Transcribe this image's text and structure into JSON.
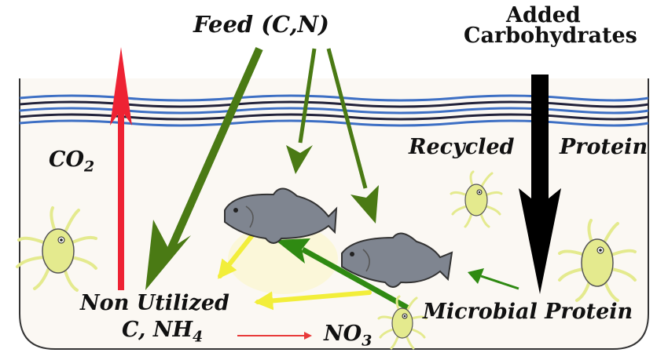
{
  "labels": {
    "feed": "Feed (C,N)",
    "added_line1": "Added",
    "added_line2": "Carbohydrates",
    "co2_main": "CO",
    "co2_sub": "2",
    "recycled": "Recycled",
    "protein": "Protein",
    "non_utilized_line1": "Non Utilized",
    "non_utilized_line2_main": "C, NH",
    "non_utilized_line2_sub": "4",
    "no3_main": "NO",
    "no3_sub": "3",
    "microbial_protein": "Microbial Protein"
  },
  "colors": {
    "feed_arrow": "#4a7a14",
    "co2_arrow": "#ee2233",
    "carbohydrate_arrow": "#000000",
    "waste_arrow": "#f2ee3a",
    "microbial_arrow": "#2f8a12",
    "nitrification_arrow": "#e83a3a",
    "water": "#3d6fc4",
    "fish": "#7f8590",
    "microbe": "#e4ea8e"
  },
  "icons": [
    "fish-icon",
    "microbe-icon"
  ]
}
